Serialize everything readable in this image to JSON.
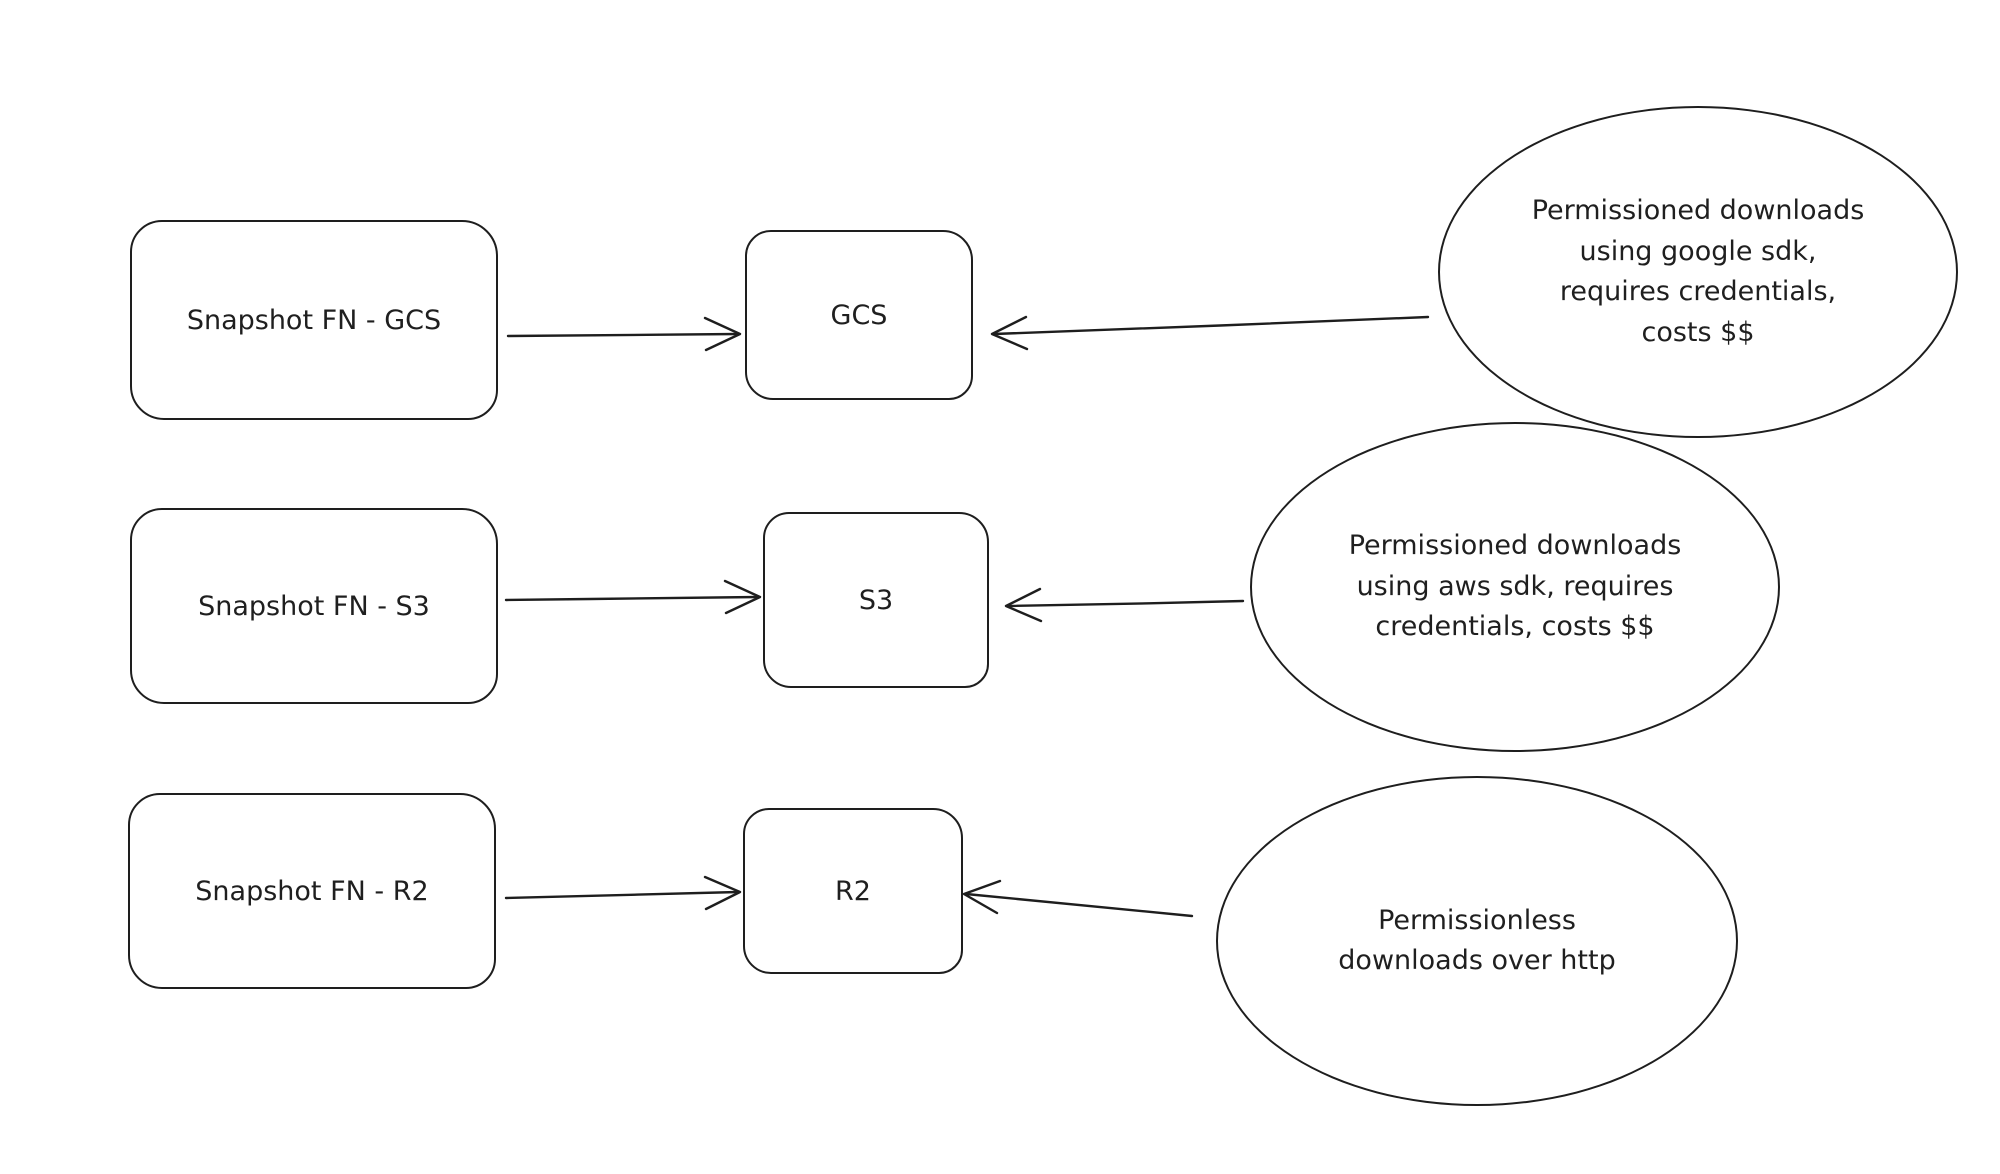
{
  "canvas": {
    "background_color": "#ffffff",
    "stroke_color": "#1e1e1e",
    "style": "hand-drawn whiteboard diagram"
  },
  "diagram": {
    "rows": [
      {
        "source_label": "Snapshot FN - GCS",
        "target_label": "GCS",
        "note": "Permissioned downloads\nusing google sdk,\nrequires credentials,\ncosts $$"
      },
      {
        "source_label": "Snapshot FN - S3",
        "target_label": "S3",
        "note": "Permissioned downloads\nusing aws sdk, requires\ncredentials, costs $$"
      },
      {
        "source_label": "Snapshot FN - R2",
        "target_label": "R2",
        "note": "Permissionless\ndownloads over http"
      }
    ]
  }
}
